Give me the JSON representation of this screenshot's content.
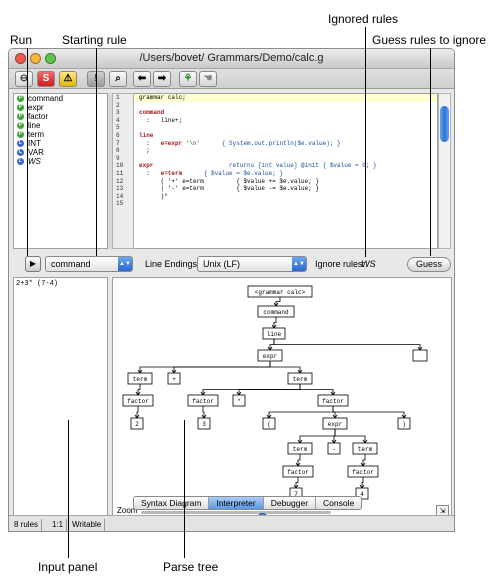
{
  "annotations": {
    "run": "Run",
    "starting_rule": "Starting rule",
    "ignored_rules": "Ignored rules",
    "guess_rules": "Guess rules to ignore",
    "input_panel": "Input panel",
    "parse_tree": "Parse tree"
  },
  "window": {
    "title": "/Users/bovet/ Grammars/Demo/calc.g"
  },
  "toolbar": {
    "btn1": "⊖",
    "btn_s": "S",
    "btn_warn": "⚠",
    "btn_excl": "!",
    "btn_search": "⌕",
    "btn_back": "⬅",
    "btn_fwd": "➡",
    "btn_tree": "⚘",
    "btn_hand": "☚"
  },
  "rules": [
    {
      "name": "command",
      "icon": "P"
    },
    {
      "name": "expr",
      "icon": "P"
    },
    {
      "name": "factor",
      "icon": "P"
    },
    {
      "name": "line",
      "icon": "P"
    },
    {
      "name": "term",
      "icon": "P"
    },
    {
      "name": "INT",
      "icon": "L"
    },
    {
      "name": "VAR",
      "icon": "L"
    },
    {
      "name": "WS",
      "icon": "L"
    }
  ],
  "gutter": [
    "1",
    "2",
    "3",
    "4",
    "5",
    "6",
    "7",
    "8",
    "9",
    "10",
    "11",
    "12",
    "13",
    "14",
    "15"
  ],
  "code": {
    "l1": "grammar calc;",
    "l2": "",
    "l3_kw": "command",
    "l4": "  :   line+;",
    "l5": "",
    "l6_kw": "line",
    "l7_a": "  :   ",
    "l7_b": "e=expr ",
    "l7_c": "'\\n'",
    "l7_d": "      { System.out.println($e.value); }",
    "l8": "  ;",
    "l9": "",
    "l10_kw": "expr",
    "l10_b": "                     returns [int value] @init { $value = 0; }",
    "l11_a": "  :   ",
    "l11_b": "e=term",
    "l11_c": "      { $value = $e.value; }",
    "l12": "      ( '+' e=term         { $value += $e.value; }",
    "l13": "      | '-' e=term         { $value -= $e.value; }",
    "l14": "      )*"
  },
  "controls": {
    "run_icon": "▶",
    "start_rule": "command",
    "line_endings_label": "Line Endings:",
    "line_endings_value": "Unix (LF)",
    "ignore_label": "Ignore rules:",
    "ignore_value": "WS",
    "guess_label": "Guess"
  },
  "input_text": "2+3* (7-4)",
  "tree": {
    "root": "<grammar calc>",
    "command": "command",
    "line": "line",
    "expr": "expr",
    "term1": "term",
    "plus": "+",
    "term2": "term",
    "factor1": "factor",
    "factor2": "factor",
    "mul": "*",
    "factor3": "factor",
    "v2": "2",
    "v3": "3",
    "lparen": "(",
    "expr2": "expr",
    "rparen": ")",
    "term3": "term",
    "minus": "-",
    "term4": "term",
    "factor4": "factor",
    "factor5": "factor",
    "v7": "7",
    "v4": "4"
  },
  "zoom": {
    "label": "Zoom",
    "level": 0.5,
    "btn": "⇲"
  },
  "tabs": [
    "Syntax Diagram",
    "Interpreter",
    "Debugger",
    "Console"
  ],
  "active_tab": "Interpreter",
  "status": {
    "rules": "8 rules",
    "pos": "1:1",
    "mode": "Writable"
  }
}
